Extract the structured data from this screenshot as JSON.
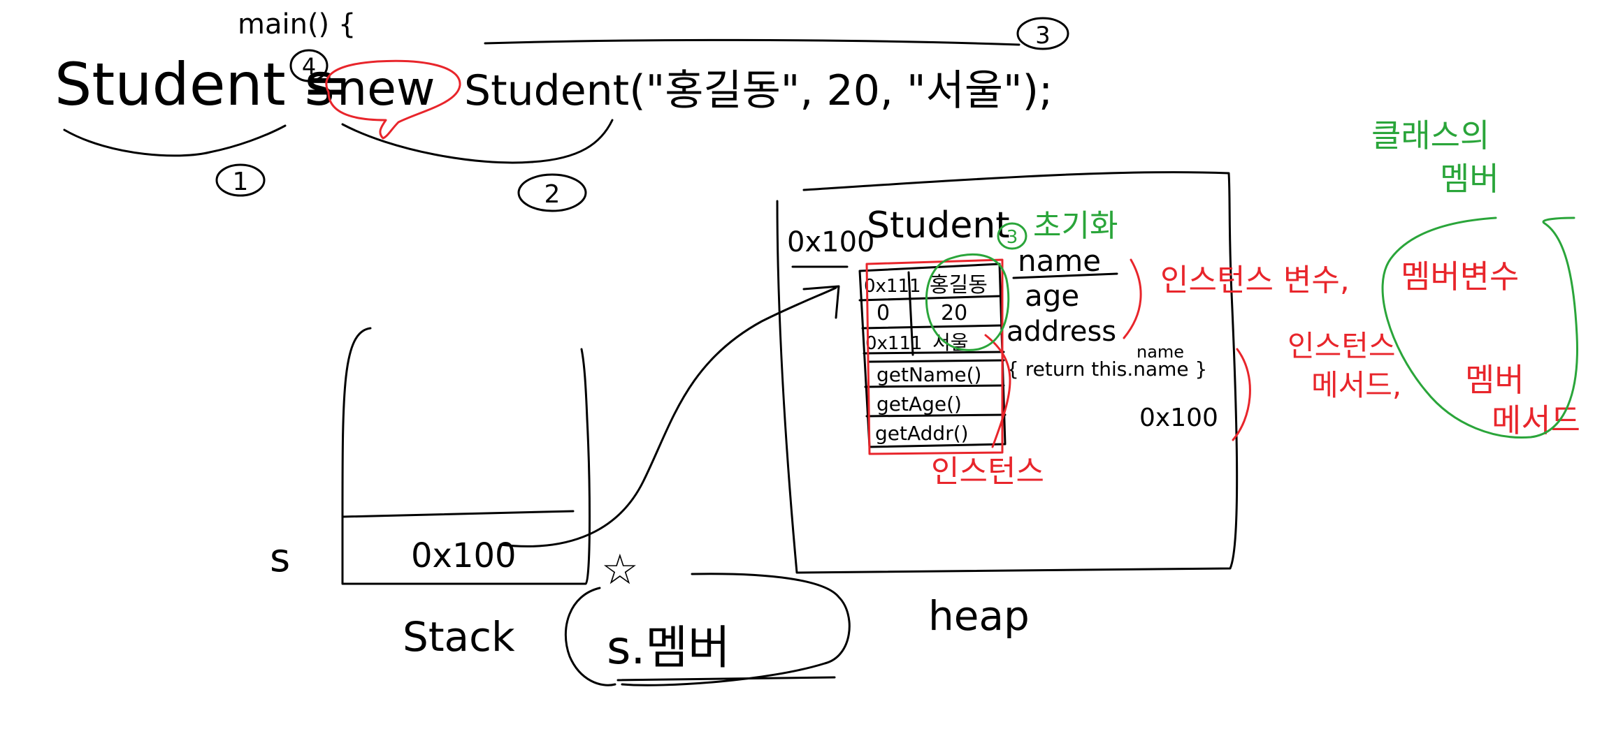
{
  "code": {
    "main_label": "main() {",
    "part_decl": "Student s",
    "part_eq": "=",
    "part_new": "new",
    "part_ctor": "Student(\"홍길동\", 20, \"서울\");"
  },
  "markers": {
    "m1": "1",
    "m2": "2",
    "m3": "3",
    "m4": "4",
    "m_init": "3"
  },
  "stack": {
    "var_label": "s",
    "cell_value": "0x100",
    "title": "Stack",
    "access_expr": "s.멤버"
  },
  "heap": {
    "title": "heap",
    "object_address": "0x100",
    "class_name": "Student",
    "init_label": "초기화",
    "rows": [
      {
        "addr": "0x111",
        "value": "홍길동",
        "field": "name"
      },
      {
        "addr": "0",
        "value": "20",
        "field": "age"
      },
      {
        "addr": "0x111",
        "value": "서울",
        "field": "address"
      }
    ],
    "methods": [
      {
        "name": "getName()"
      },
      {
        "name": "getAge()"
      },
      {
        "name": "getAddr()"
      }
    ],
    "method_note": "{ return this.name }",
    "method_note_name": "name",
    "method_note_addr": "0x100"
  },
  "annotations": {
    "instance": "인스턴스",
    "instance_vars": "인스턴스 변수,",
    "instance_methods_line1": "인스턴스",
    "instance_methods_line2": "메서드,",
    "member_var": "멤버변수",
    "member_method_line1": "멤버",
    "member_method_line2": "메서드",
    "class_members_line1": "클래스의",
    "class_members_line2": "멤버"
  },
  "colors": {
    "ink": "#000000",
    "red": "#e8252b",
    "green": "#2aa53a"
  }
}
